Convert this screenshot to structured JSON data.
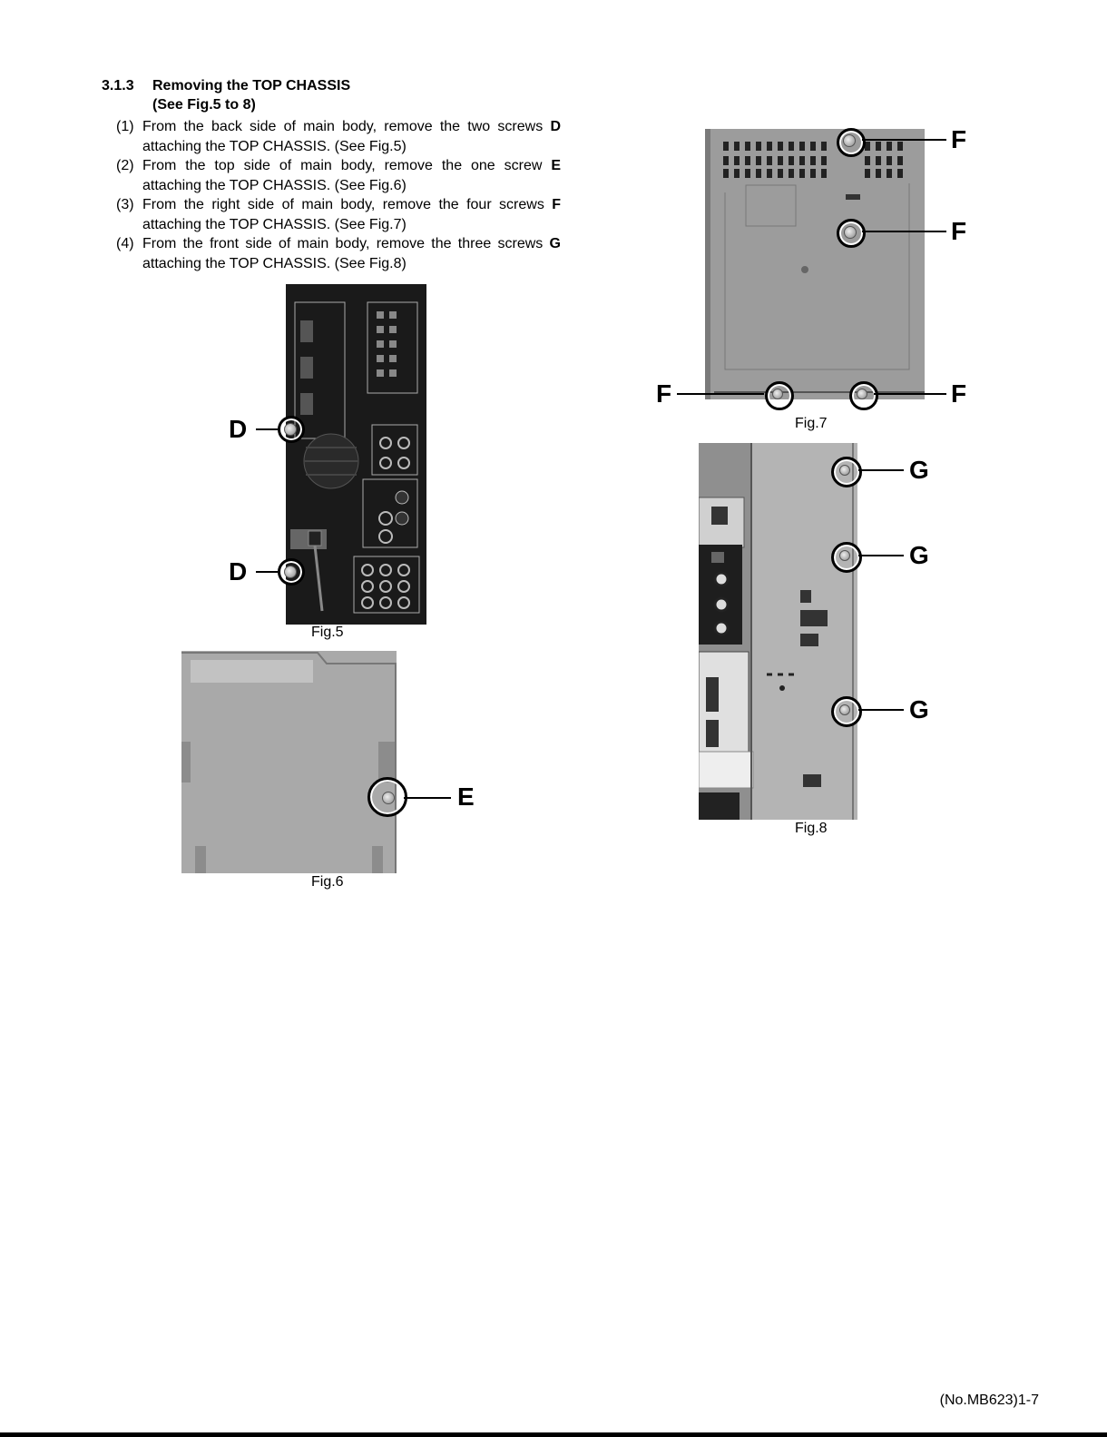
{
  "section": {
    "number": "3.1.3",
    "title": "Removing the TOP CHASSIS",
    "subtitle": "(See Fig.5 to 8)"
  },
  "steps": [
    {
      "num": "(1)",
      "pre": "From the back side of main body, remove the two screws ",
      "bold": "D",
      "post": " attaching the TOP CHASSIS. (See Fig.5)"
    },
    {
      "num": "(2)",
      "pre": "From the top side of main body, remove the one screw ",
      "bold": "E",
      "post": " attaching the TOP CHASSIS. (See Fig.6)"
    },
    {
      "num": "(3)",
      "pre": "From the right side of main body, remove the four screws ",
      "bold": "F",
      "post": " attaching the TOP CHASSIS. (See Fig.7)"
    },
    {
      "num": "(4)",
      "pre": "From the front side of main body, remove the three screws ",
      "bold": "G",
      "post": " attaching the TOP CHASSIS. (See Fig.8)"
    }
  ],
  "figures": {
    "fig5": {
      "caption": "Fig.5",
      "callouts": [
        "D",
        "D"
      ]
    },
    "fig6": {
      "caption": "Fig.6",
      "callouts": [
        "E"
      ]
    },
    "fig7": {
      "caption": "Fig.7",
      "callouts": [
        "F",
        "F",
        "F",
        "F"
      ]
    },
    "fig8": {
      "caption": "Fig.8",
      "callouts": [
        "G",
        "G",
        "G"
      ]
    }
  },
  "footer": "(No.MB623)1-7",
  "colors": {
    "panel_dark": "#1a1a1a",
    "panel_grey": "#a9a9a9",
    "chassis_grey": "#9c9c9c"
  }
}
